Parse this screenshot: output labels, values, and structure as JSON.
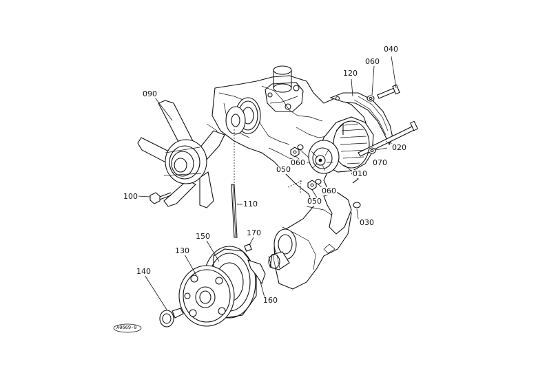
{
  "parts": [
    {
      "id": "p010",
      "label": "010"
    },
    {
      "id": "p020",
      "label": "020"
    },
    {
      "id": "p030",
      "label": "030"
    },
    {
      "id": "p040",
      "label": "040"
    },
    {
      "id": "p050a",
      "label": "050"
    },
    {
      "id": "p050b",
      "label": "050"
    },
    {
      "id": "p060a",
      "label": "060"
    },
    {
      "id": "p060b",
      "label": "060"
    },
    {
      "id": "p060c",
      "label": "060"
    },
    {
      "id": "p070",
      "label": "070"
    },
    {
      "id": "p090",
      "label": "090"
    },
    {
      "id": "p100",
      "label": "100"
    },
    {
      "id": "p110",
      "label": "110"
    },
    {
      "id": "p120",
      "label": "120"
    },
    {
      "id": "p130",
      "label": "130"
    },
    {
      "id": "p140",
      "label": "140"
    },
    {
      "id": "p150",
      "label": "150"
    },
    {
      "id": "p160",
      "label": "160"
    },
    {
      "id": "p170",
      "label": "170"
    }
  ],
  "drawing_code": "A0669-0"
}
